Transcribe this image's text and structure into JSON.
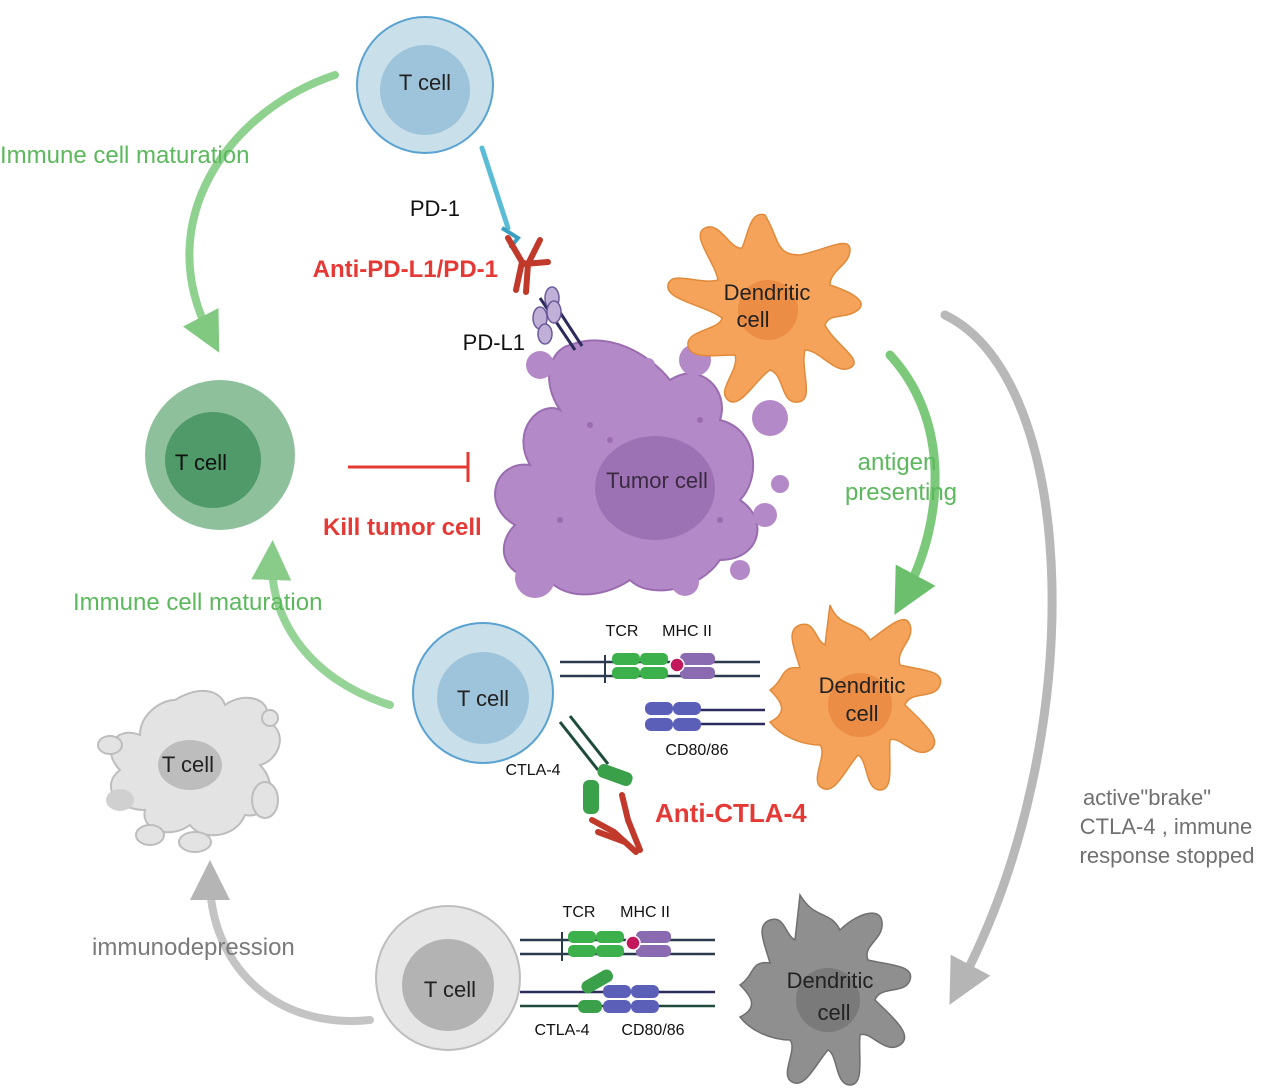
{
  "colors": {
    "green_text": "#5cb85c",
    "red_text": "#e53935",
    "gray_text": "#7a7a7a",
    "t_cell_blue": "#c7dde8",
    "t_cell_green": "#8fbf9c",
    "t_cell_gray": "#e6e6e6",
    "dendritic_orange": "#f5a35a",
    "tumor_purple": "#b68ac6",
    "dendritic_gray": "#8c8c8c"
  },
  "cells": {
    "t_cell_top": "T cell",
    "t_cell_active": "T cell",
    "t_cell_middle": "T cell",
    "t_cell_exhausted": "T cell",
    "t_cell_bottom": "T cell",
    "dendritic_top": [
      "Dendritic",
      "cell"
    ],
    "dendritic_middle": [
      "Dendritic",
      "cell"
    ],
    "dendritic_bottom": [
      "Dendritic",
      "cell"
    ],
    "tumor": "Tumor cell"
  },
  "labels": {
    "maturation_top": "Immune cell maturation",
    "maturation_middle": "Immune cell maturation",
    "pd1": "PD-1",
    "anti_pd": "Anti-PD-L1/PD-1",
    "pdl1": "PD-L1",
    "kill_tumor": "Kill tumor cell",
    "antigen_presenting": [
      "antigen",
      "presenting"
    ],
    "tcr_middle": "TCR",
    "mhc_middle": "MHC II",
    "cd80_middle": "CD80/86",
    "ctla4_middle": "CTLA-4",
    "anti_ctla4": "Anti-CTLA-4",
    "brake": [
      "active\"brake\"",
      "CTLA-4 , immune",
      "response stopped"
    ],
    "immunodepression": "immunodepression",
    "tcr_bottom": "TCR",
    "mhc_bottom": "MHC II",
    "ctla4_bottom": "CTLA-4",
    "cd80_bottom": "CD80/86"
  }
}
